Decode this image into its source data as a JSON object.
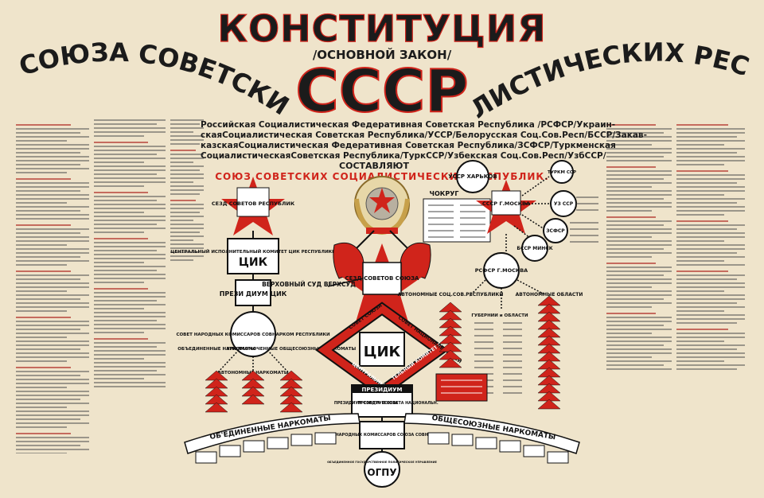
{
  "header": {
    "main_title": "КОНСТИТУЦИЯ",
    "subtitle": "/ОСНОВНОЙ ЗАКОН/",
    "abbr": "СССР",
    "left_arc_1": "СОЮЗА СОВЕТСКИХ СОЦИА",
    "right_arc_1": "ЛИСТИЧЕСКИХ РЕСПУБЛИК"
  },
  "republics_lines": [
    "Российская Социалистическая Федеративная Советская Республика /РСФСР/Украин-",
    "скаяСоциалистическая Советская Республика/УССР/Белорусская Соц.Сов.Респ/БССР/Закав-",
    "казскаяСоциалистическая Федеративная Советская Республика/ЗСФСР/Туркменская",
    "СоциалистическаяСоветская Республика/ТуркССР/Узбекская Соц.Сов.Респ/УзбССР/"
  ],
  "sostavlyayut": "СОСТАВЛЯЮТ",
  "union_banner": "СОЮЗ СОВЕТСКИХ СОЦИАЛИСТИЧЕСКИХ РЕСПУБЛИК.",
  "left_chain": {
    "star_label": "СЕЗД СОВЕТОВ РЕСПУБЛИК",
    "cik_label": "ЦЕНТРАЛЬНЫЙ ИСПОЛНИТЕЛЬНЫЙ КОМИТЕТ ЦИК РЕСПУБЛИКИ",
    "presidium": "ПРЕЗИ ДИУМ ЦИК",
    "sovnarkom": "СОВЕТ НАРОДНЫХ КОМИССАРОВ СОВНАРКОМ РЕСПУБЛИКИ",
    "branches": [
      "ОБЪЕДИНЕННЫЕ НАРКОМАТЫ",
      "АВТОНОМНЫЕ НАРКОМАТЫ",
      "УПОЛНОМОЧЕННЫЕ ОБЩЕСОЮЗНЫЕ НАРКОМАТЫ"
    ]
  },
  "center": {
    "star_label": "СЕЗД СОВЕТОВ СОЮЗА",
    "court": "ВЕРХОВНЫЙ СУД ВЕРХСУД",
    "cik": "ЦИК",
    "soviet_left": "СОВЕТ СОЮЗА",
    "soviet_right": "СОВЕТ НАЦИОНАЛЬНОСТЕЙ",
    "cik_band_left": "ЦЕНТРАЛЬНЫЙ ИСПОЛНИ",
    "cik_band_right": "ТЕЛЬНЫЙ КОМИТЕТ СОЮЗА",
    "presidium": "ПРЕЗИДИУМ",
    "presidium_left": "ПРЕЗИДИУМ СОВЕТА СОЮЗА",
    "presidium_right": "ПРЕЗИДИУМ СОВЕТА НАЦИОНАЛЬН.",
    "sovnarkom": "СОВЕТ НАРОДНЫХ КОМИССАРОВ СОЮЗА СОВНАРКОМ",
    "ogpu": "ОГПУ",
    "ogpu_caption": "ОБЪЕДИНЕННОЕ ГОСУДАРСТВЕННОЕ ПОЛИТИЧЕСКОЕ УПРАВЛЕНИЕ",
    "left_ribbon": "ОБ'ЕДИНЕННЫЕ НАРКОМАТЫ",
    "right_ribbon": "ОБЩЕСОЮЗНЫЕ НАРКОМАТЫ",
    "okrug": "ЧОКРУГ"
  },
  "right_side": {
    "ussr_circle": "УССР ХАРЬКОВ",
    "rsfsr_star": "СССР Г.МОСКВА",
    "rsfsr_circle": "РСФСР Г.МОСКВА",
    "turk": "ТУРКМ ССР",
    "uzb": "УЗ ССР",
    "zsfsr": "ЗСФСР",
    "bssr": "БССР МИНСК",
    "autonomous_rep": "АВТОНОМНЫЕ СОЦ.СОВ.РЕСПУБЛИКИ",
    "autonomous_obl": "АВТОНОМНЫЕ ОБЛАСТИ",
    "gubernii": "ГУБЕРНИИ и ОБЛАСТИ"
  },
  "colors": {
    "paper": "#efe4cb",
    "red": "#d0241b",
    "black": "#1b1b1b"
  }
}
